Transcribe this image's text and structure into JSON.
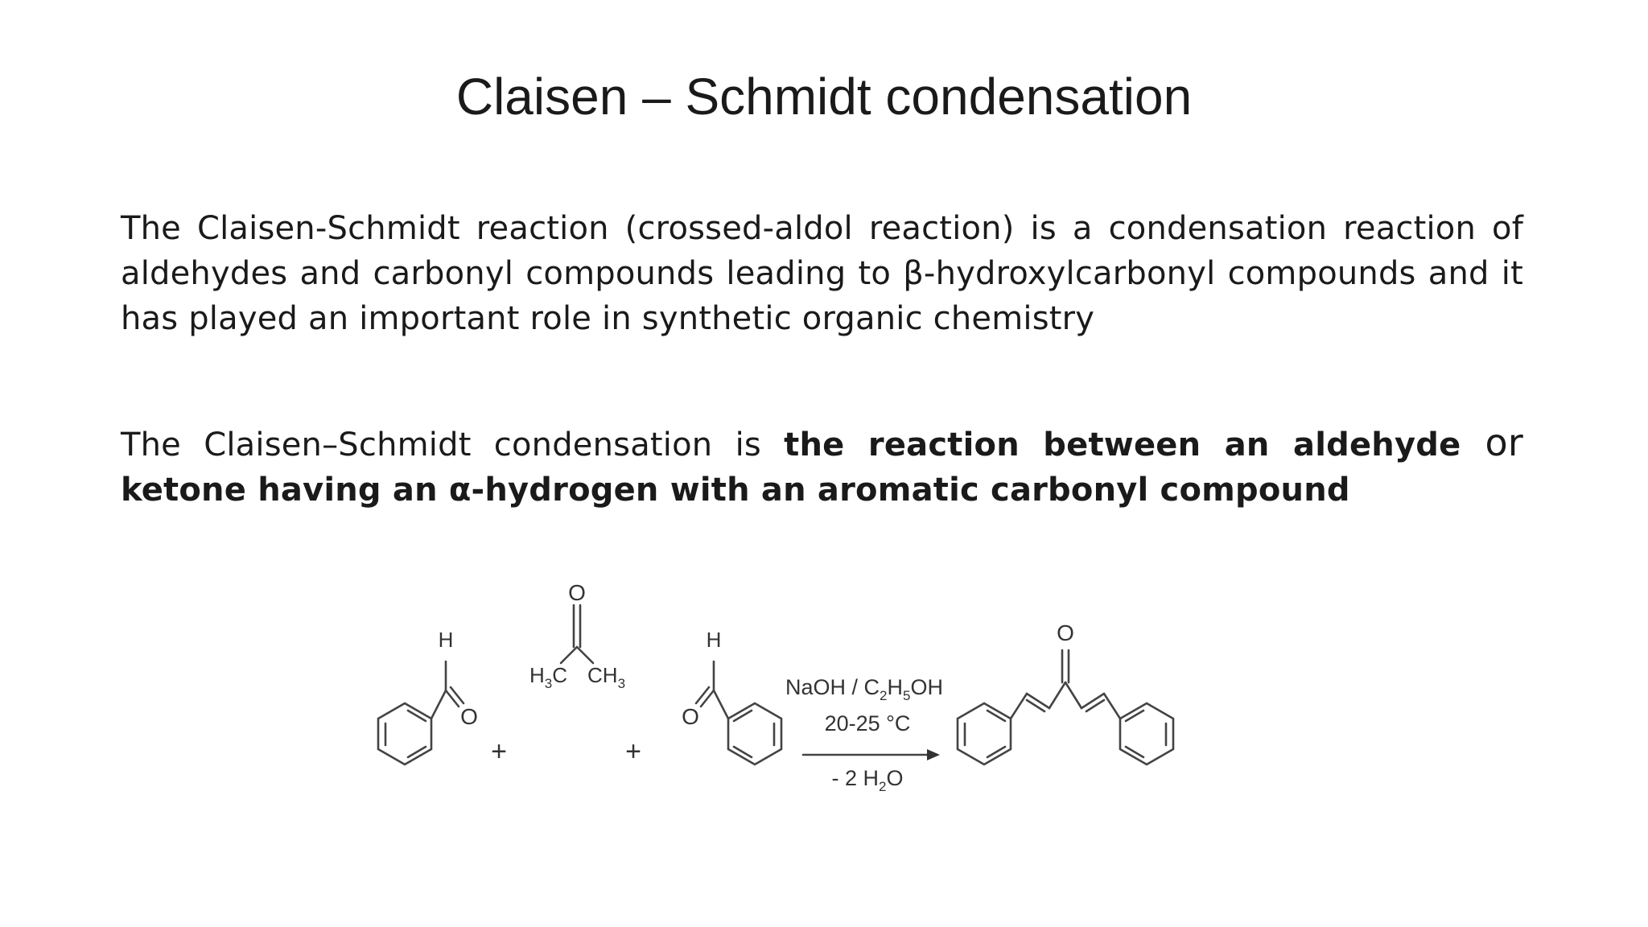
{
  "slide": {
    "title": "Claisen – Schmidt condensation",
    "paragraph1": "The Claisen-Schmidt reaction (crossed-aldol reaction) is a condensation reaction of aldehydes and carbonyl compounds leading to β-hydroxylcarbonyl compounds and it has played an important role in synthetic organic chemistry",
    "paragraph2": {
      "part1": "The Claisen–Schmidt condensation is ",
      "bold1": "the reaction between an aldehyde",
      "or_text": " or ",
      "bold2": "ketone having an α-hydrogen with an aromatic carbonyl compound"
    }
  },
  "scheme": {
    "plus": "+",
    "aldehyde1": {
      "h": "H",
      "o": "O"
    },
    "acetone": {
      "o": "O",
      "h3c_main": "H",
      "h3c_sub": "3",
      "h3c_c": "C",
      "ch3_main": "CH",
      "ch3_sub": "3"
    },
    "aldehyde2": {
      "h": "H",
      "o": "O"
    },
    "conditions": {
      "line1_a": "NaOH / C",
      "line1_sub1": "2",
      "line1_b": "H",
      "line1_sub2": "5",
      "line1_c": "OH",
      "line2": "20-25 °C",
      "line3_a": "- 2 H",
      "line3_sub": "2",
      "line3_b": "O"
    },
    "product": {
      "o": "O"
    }
  }
}
